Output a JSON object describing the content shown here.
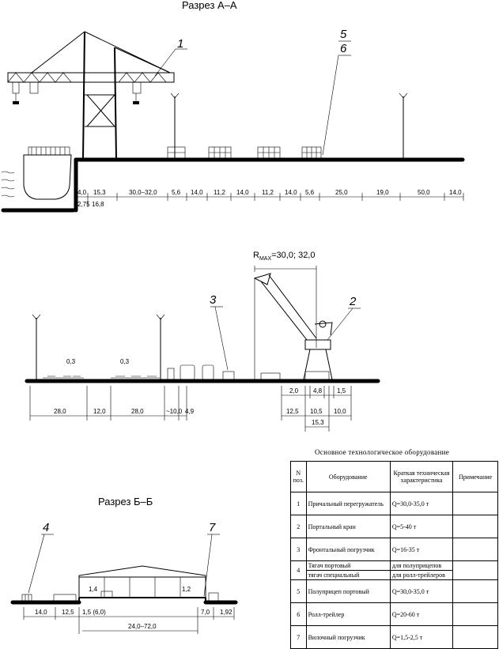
{
  "sections": {
    "aa_title": "Разрез А–А",
    "bb_title": "Разрез Б–Б"
  },
  "callouts": {
    "c1": "1",
    "c2": "2",
    "c3": "3",
    "c4": "4",
    "c5": "5",
    "c6": "6",
    "c7": "7"
  },
  "aa": {
    "dims": [
      "4,0",
      "15,3",
      "30,0–32,0",
      "5,6",
      "14,0",
      "11,2",
      "14,0",
      "11,2",
      "14,0",
      "5,6",
      "25,0",
      "19,0",
      "50,0",
      "14,0"
    ],
    "sub_dims": [
      "2,75",
      "16,8"
    ]
  },
  "mid": {
    "radius_label": "R",
    "radius_sub": "MAX",
    "radius_value": "=30,0; 32,0",
    "heights": [
      "0,3",
      "0,3"
    ],
    "dims_bottom": [
      "28,0",
      "12,0",
      "28,0",
      "~10,0",
      "4,9"
    ],
    "crane_dims_top": [
      "2,0",
      "4,8",
      "1,5"
    ],
    "crane_dims_bottom": [
      "12,5",
      "10,5",
      "10,0"
    ],
    "crane_total": "15,3"
  },
  "bb": {
    "dims": [
      "14,0",
      "12,5",
      "1,5 (6,0)",
      "7,0",
      "1,92"
    ],
    "inner": [
      "1,4",
      "1,2"
    ],
    "total": "24,0–72,0"
  },
  "table": {
    "title": "Основное технологическое оборудование",
    "headers": {
      "n": "N поз.",
      "equipment": "Оборудование",
      "spec": "Краткая техническая характеристика",
      "note": "Примечание"
    },
    "rows": [
      {
        "n": "1",
        "name": "Причальный перегружатель",
        "spec": "Q=30,0-35,0 т"
      },
      {
        "n": "2",
        "name": "Портальный кран",
        "spec": "Q=5-40 т"
      },
      {
        "n": "3",
        "name": "Фронтальный погрузчик",
        "spec": "Q=16-35 т"
      },
      {
        "n": "5",
        "name": "Полуприцеп портовый",
        "spec": "Q=30,0-35,0 т"
      },
      {
        "n": "6",
        "name": "Ролл-трейлер",
        "spec": "Q=20-60 т"
      },
      {
        "n": "7",
        "name": "Вилочный погрузчик",
        "spec": "Q=1,5-2,5 т"
      }
    ],
    "row4": {
      "n": "4",
      "name_a": "Тягач портовый",
      "spec_a": "для полуприцепов",
      "name_b": "тягач специальный",
      "spec_b": "для ролл-трейлеров"
    }
  }
}
